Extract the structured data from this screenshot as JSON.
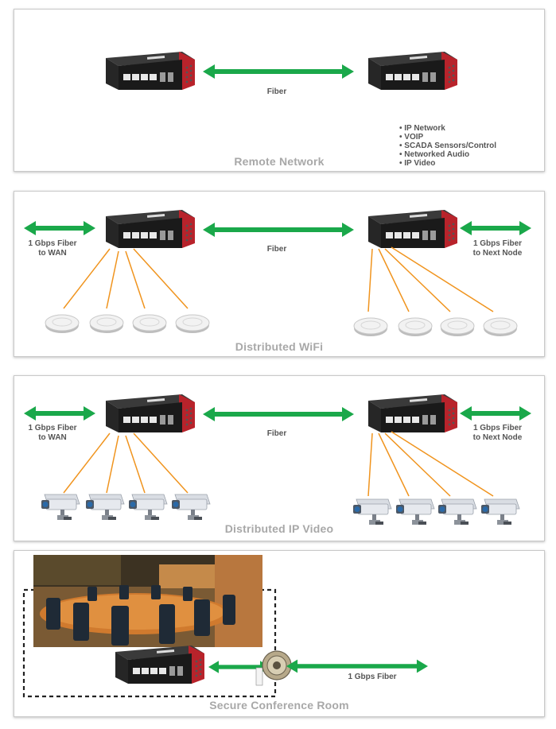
{
  "colors": {
    "fiber_arrow": "#1aa84a",
    "device_link": "#f0941e",
    "device_body": "#1e1e1e",
    "device_accent": "#b8232b",
    "title_gray": "#a8a8a8",
    "label_gray": "#555555"
  },
  "panels": [
    {
      "title": "Remote Network",
      "fiber_label": "Fiber",
      "bullets": [
        "IP Network",
        "VOIP",
        "SCADA Sensors/Control",
        "Networked Audio",
        "IP Video"
      ]
    },
    {
      "title": "Distributed WiFi",
      "fiber_label": "Fiber",
      "left_label": "1 Gbps Fiber\nto WAN",
      "right_label": "1 Gbps Fiber\nto Next Node",
      "endpoint_icon": "wifi-access-point-icon"
    },
    {
      "title": "Distributed IP Video",
      "fiber_label": "Fiber",
      "left_label": "1 Gbps Fiber\nto WAN",
      "right_label": "1 Gbps Fiber\nto Next Node",
      "endpoint_icon": "security-camera-icon"
    },
    {
      "title": "Secure Conference Room",
      "fiber_label": "1 Gbps Fiber",
      "photo": "conference-room-photo",
      "connector_icon": "fiber-wall-connector-icon"
    }
  ]
}
